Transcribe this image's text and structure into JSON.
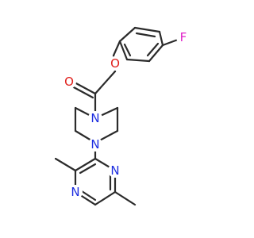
{
  "molecule": {
    "atoms": {
      "fluorine": {
        "label": "F",
        "color": "#e020c8"
      },
      "ether_oxygen": {
        "label": "O",
        "color": "#e0201c"
      },
      "carbonyl_oxygen": {
        "label": "O",
        "color": "#e0201c"
      },
      "piperazine_n_top": {
        "label": "N",
        "color": "#1c2de0"
      },
      "piperazine_n_bottom": {
        "label": "N",
        "color": "#1c2de0"
      },
      "pyrazine_n_right": {
        "label": "N",
        "color": "#1c2de0"
      },
      "pyrazine_n_left": {
        "label": "N",
        "color": "#1c2de0"
      }
    },
    "bond_color": "#2b2b2b"
  }
}
